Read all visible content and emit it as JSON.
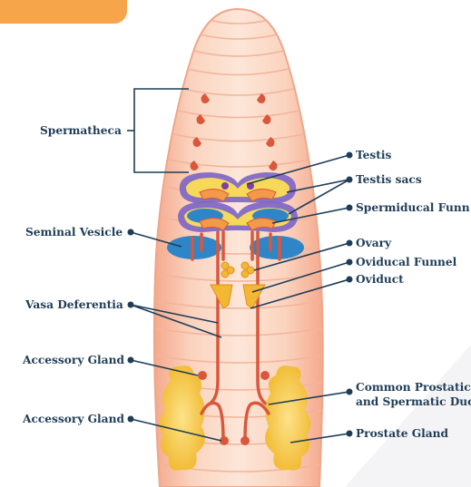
{
  "diagram": {
    "labels": {
      "spermatheca": "Spermatheca",
      "seminal_vesicle": "Seminal Vesicle",
      "vasa_deferentia": "Vasa Deferentia",
      "accessory_gland_1": "Accessory Gland",
      "accessory_gland_2": "Accessory Gland",
      "testis": "Testis",
      "testis_sacs": "Testis sacs",
      "spermiducal_funnel": "Spermiducal Funn",
      "ovary": "Ovary",
      "oviducal_funnel": "Oviducal Funnel",
      "oviduct": "Oviduct",
      "common_prostatic_line1": "Common Prostatic",
      "common_prostatic_line2": "and Spermatic Duc",
      "prostate_gland": "Prostate Gland"
    },
    "colors": {
      "accent_tab": "#f6a54a",
      "body_light": "#fde3d3",
      "body_mid": "#f7b79c",
      "body_outline": "#eea789",
      "organ_red": "#d9573b",
      "label_text": "#1f3d57",
      "leader_line": "#1f3d57",
      "sac_blue": "#2e86c8",
      "sac_purple": "#7c64c4",
      "gland_yellow": "#f3c23a"
    }
  }
}
